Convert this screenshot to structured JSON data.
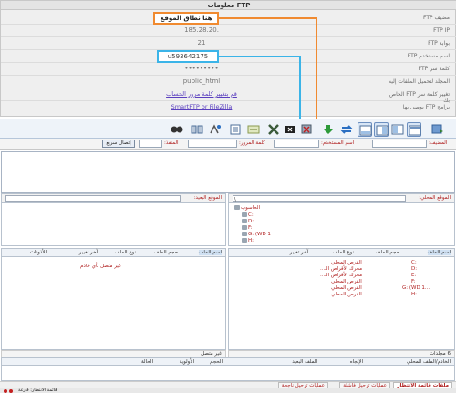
{
  "info": {
    "title": "معلومات FTP",
    "rows": [
      {
        "label": "مضيف FTP",
        "value": "هنا نطاق الموقع"
      },
      {
        "label": "FTP IP",
        "value": "185.28.20."
      },
      {
        "label": "بوابة FTP",
        "value": "21"
      },
      {
        "label": "اسم مستخدم FTP",
        "value": "u593642175"
      },
      {
        "label": "كلمة سر FTP",
        "value": "•••••••••"
      },
      {
        "label": "المجلد لتحميل الملفات إليه",
        "value": "public_html"
      },
      {
        "label": "تغيير كلمة سر FTP الخاص بك",
        "value": "قم بتغيير كلمة مرور الحساب"
      },
      {
        "label": "برامج FTP يوصى بها",
        "value": "SmartFTP or FileZilla"
      }
    ]
  },
  "toolbar": {
    "buttons": [
      "site-manager",
      "queue",
      "message-log",
      "tree",
      "local-tree",
      "remote-tree",
      "refresh",
      "process-queue",
      "cancel",
      "disconnect",
      "reconnect",
      "filter",
      "compare",
      "sync-browse",
      "search"
    ]
  },
  "quickconnect": {
    "host_label": "المضيف:",
    "user_label": "اسم المستخدم:",
    "pass_label": "كلمة المرور:",
    "port_label": "المنفذ:",
    "connect_label": "إتصال سريع"
  },
  "local_site": {
    "label": "الموقع المحلي:",
    "path": "\\",
    "tree": [
      {
        "name": "الحاسوب"
      },
      {
        "name": "C:"
      },
      {
        "name": "D:"
      },
      {
        "name": "F:"
      },
      {
        "name": "G: (WD 1"
      },
      {
        "name": "H:"
      }
    ]
  },
  "remote_site": {
    "label": "الموقع البعيد:"
  },
  "local_list": {
    "columns": [
      "اسم الملف",
      "حجم الملف",
      "نوع الملف",
      "آخر تغيير"
    ],
    "rows": [
      {
        "name": "C:",
        "type": "القرص المحلي"
      },
      {
        "name": "D:",
        "type": "محرك الأقراص الـ..."
      },
      {
        "name": "E:",
        "type": "محرك الأقراص الـ..."
      },
      {
        "name": "F:",
        "type": "القرص المحلي"
      },
      {
        "name": "G: (WD 1...",
        "type": "القرص المحلي"
      },
      {
        "name": "H:",
        "type": "القرص المحلي"
      }
    ],
    "status": "6 مجلدات"
  },
  "remote_list": {
    "columns": [
      "اسم الملف",
      "حجم الملف",
      "نوع الملف",
      "آخر تغيير",
      "الأذونات"
    ],
    "empty_message": "غير متصل بأي خادم",
    "status": "غير متصل"
  },
  "queue": {
    "columns": [
      "الخادم/الملف المحلي",
      "الإتجاه",
      "الملف البعيد",
      "الحجم",
      "الأولوية",
      "الحالة"
    ]
  },
  "tabs": [
    {
      "label": "ملفات قائمة الانتظار",
      "active": true
    },
    {
      "label": "عمليات ترحيل فاشلة",
      "active": false
    },
    {
      "label": "عمليات ترحيل ناجحة",
      "active": false
    }
  ],
  "statusbar": {
    "text": "قائمة الانتظار: فارغة"
  },
  "colors": {
    "highlight_orange": "#f08a30",
    "highlight_blue": "#3bb4e8",
    "label_red": "#b02020"
  }
}
